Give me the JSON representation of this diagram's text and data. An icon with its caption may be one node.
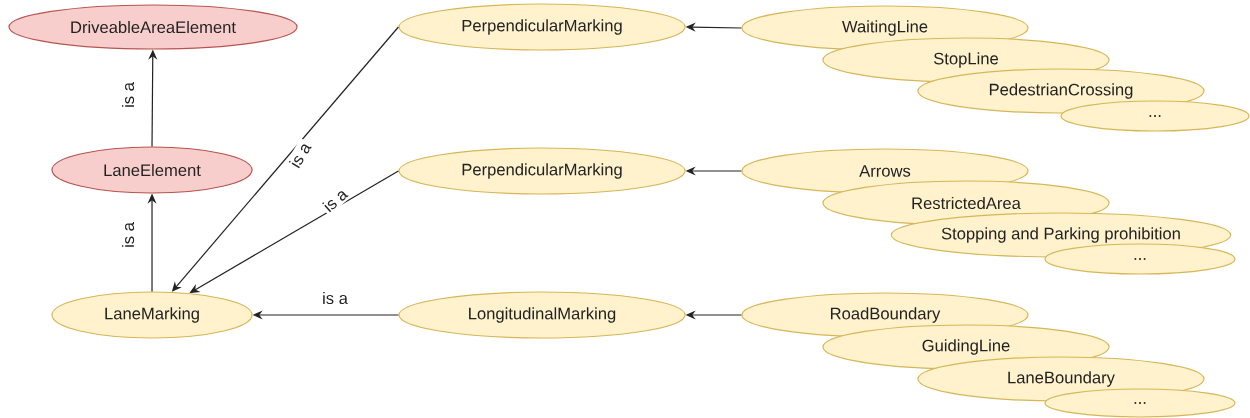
{
  "diagram": {
    "nodes": [
      {
        "text": [
          "DriveableAreaElement"
        ]
      },
      {
        "text": [
          "LaneElement"
        ]
      },
      {
        "text": [
          "LaneMarking"
        ]
      },
      {
        "text": [
          "PerpendicularMarking"
        ]
      },
      {
        "text": [
          "PerpendicularMarking"
        ]
      },
      {
        "text": [
          "LongitudinalMarking"
        ]
      },
      {
        "text": [
          "WaitingLine"
        ]
      },
      {
        "text": [
          "StopLine"
        ]
      },
      {
        "text": [
          "PedestrianCrossing"
        ]
      },
      {
        "text": [
          "..."
        ]
      },
      {
        "text": [
          "Arrows"
        ]
      },
      {
        "text": [
          "RestrictedArea"
        ]
      },
      {
        "text": [
          "Stopping and Parking prohibition"
        ]
      },
      {
        "text": [
          "..."
        ]
      },
      {
        "text": [
          "RoadBoundary"
        ]
      },
      {
        "text": [
          "GuidingLine"
        ]
      },
      {
        "text": [
          "LaneBoundary"
        ]
      },
      {
        "text": [
          "..."
        ]
      }
    ],
    "edges": [
      {
        "from": 1,
        "to": 0,
        "arrow": "to",
        "label": "is a"
      },
      {
        "from": 2,
        "to": 1,
        "arrow": "to",
        "label": "is a"
      },
      {
        "from": 3,
        "to": 2,
        "arrow": "to",
        "label": "is a"
      },
      {
        "from": 4,
        "to": 2,
        "arrow": "to",
        "label": "is a"
      },
      {
        "from": 5,
        "to": 2,
        "arrow": "to",
        "label": "is a"
      },
      {
        "from": 6,
        "to": 3,
        "arrow": "to"
      },
      {
        "from": 10,
        "to": 4,
        "arrow": "to"
      },
      {
        "from": 14,
        "to": 5,
        "arrow": "to"
      }
    ]
  }
}
